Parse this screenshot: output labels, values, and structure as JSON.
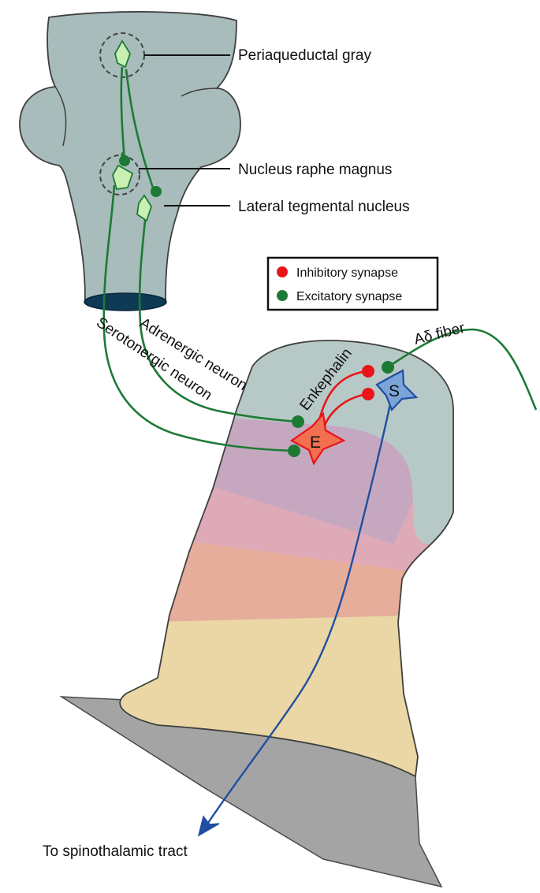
{
  "labels": {
    "periaqueductal_gray": "Periaqueductal gray",
    "nucleus_raphe_magnus": "Nucleus raphe magnus",
    "lateral_tegmental_nucleus": "Lateral tegmental nucleus",
    "adrenergic_neuron": "Adrenergic neuron",
    "serotonergic_neuron": "Serotonergic neuron",
    "enkephalin": "Enkephalin",
    "a_delta_fiber": "Aδ fiber",
    "to_spinothalamic_tract": "To spinothalamic tract",
    "cell_e": "E",
    "cell_s": "S"
  },
  "legend": {
    "inhibitory": "Inhibitory synapse",
    "excitatory": "Excitatory synapse"
  },
  "colors": {
    "brainstem": "#a7bcbb",
    "dorsal_horn_top": "#b7c9c7",
    "lamina_pink": "#dfaab8",
    "lamina_salmon": "#e6ad9a",
    "lamina_tan": "#ead7a5",
    "grey_base": "#a4a4a4",
    "excitatory": "#1d7a35",
    "inhibitory": "#e8141a",
    "ascending_tract": "#1f4fa0",
    "neuron_body": "#c8f0b4",
    "cell_e_fill": "#f2704f",
    "cell_s_fill": "#7ba4d8"
  }
}
